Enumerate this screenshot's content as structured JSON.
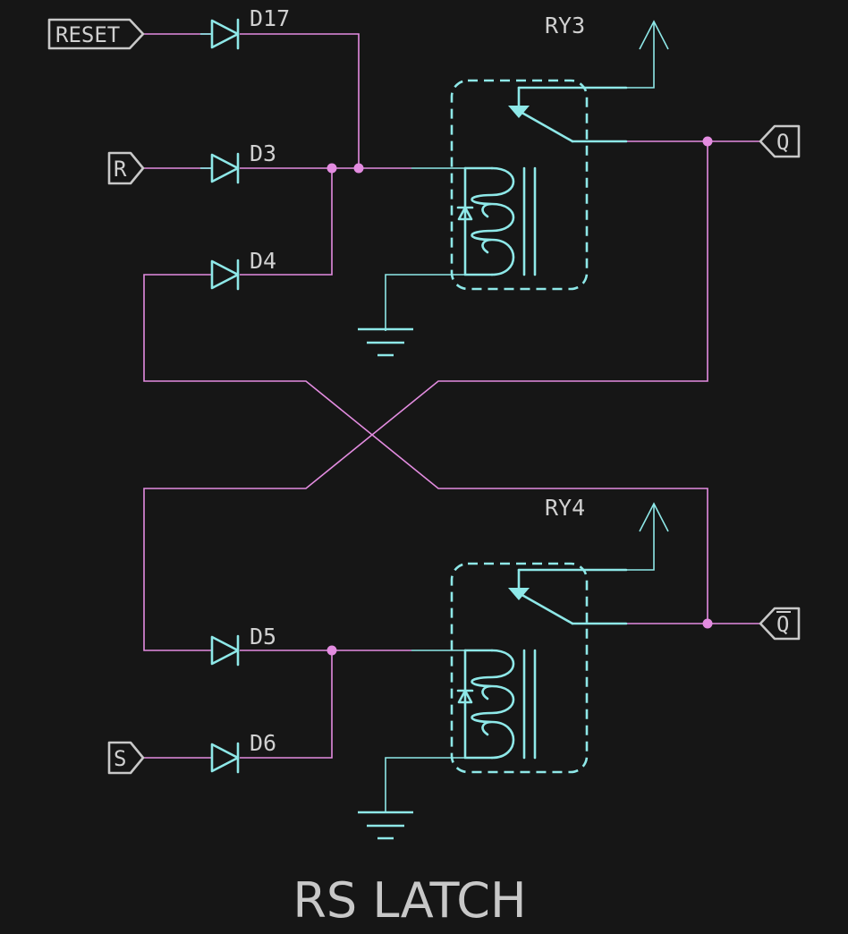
{
  "title": "RS LATCH",
  "diodes": {
    "d17": "D17",
    "d3": "D3",
    "d4": "D4",
    "d5": "D5",
    "d6": "D6"
  },
  "relays": {
    "ry3": "RY3",
    "ry4": "RY4"
  },
  "ports": {
    "reset": "RESET",
    "r": "R",
    "s": "S",
    "q": "Q",
    "q_bar": "Q"
  },
  "colors": {
    "background": "#161616",
    "wire": "#e38ce0",
    "component": "#8ee8e8",
    "label": "#d0d0d0"
  }
}
